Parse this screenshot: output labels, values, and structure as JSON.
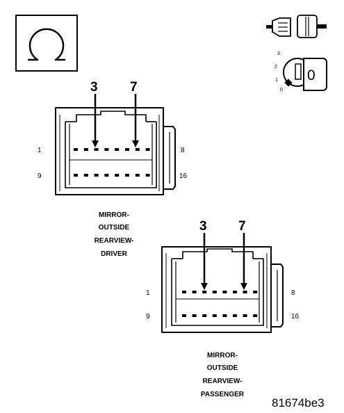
{
  "meter_icon": {
    "symbol": "ohm-icon"
  },
  "ignition_icon": {
    "positions": [
      "3",
      "2",
      "1",
      "0"
    ],
    "key_label": "0"
  },
  "connectors": [
    {
      "arrows": [
        "3",
        "7"
      ],
      "pin_labels": {
        "top_left": "1",
        "top_right": "8",
        "bottom_left": "9",
        "bottom_right": "16"
      },
      "caption": [
        "MIRROR-",
        "OUTSIDE",
        "REARVIEW-",
        "DRIVER"
      ]
    },
    {
      "arrows": [
        "3",
        "7"
      ],
      "pin_labels": {
        "top_left": "1",
        "top_right": "8",
        "bottom_left": "9",
        "bottom_right": "16"
      },
      "caption": [
        "MIRROR-",
        "OUTSIDE",
        "REARVIEW-",
        "PASSENGER"
      ]
    }
  ],
  "reference_code": "81674be3"
}
